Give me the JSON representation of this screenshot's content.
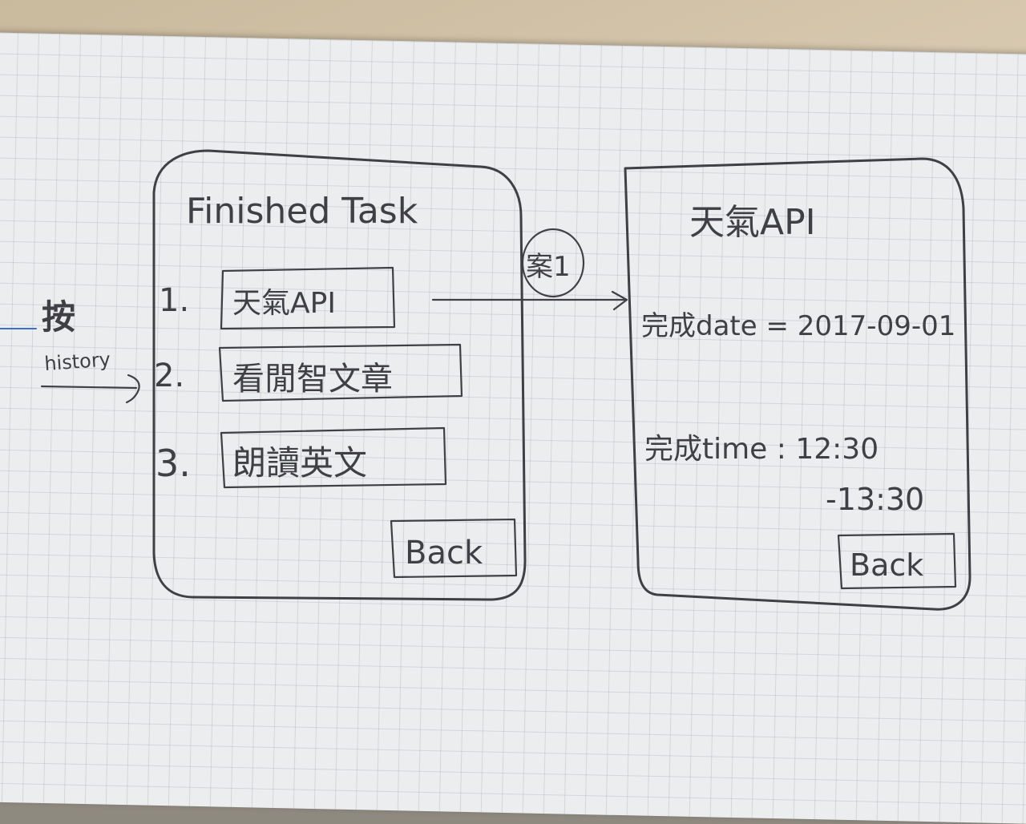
{
  "left_screen": {
    "title": "Finished Task",
    "items": [
      {
        "number": "1.",
        "label": "天氣API"
      },
      {
        "number": "2.",
        "label": "看閒智文章"
      },
      {
        "number": "3.",
        "label": "朗讀英文"
      }
    ],
    "back_label": "Back"
  },
  "side_note": {
    "line1": "按",
    "line2": "history"
  },
  "arrow_label": "案1",
  "right_screen": {
    "title": "天氣API",
    "date_line": "完成date = 2017-09-01",
    "time_line": "完成time : 12:30",
    "time_line2": "-13:30",
    "back_label": "Back"
  }
}
